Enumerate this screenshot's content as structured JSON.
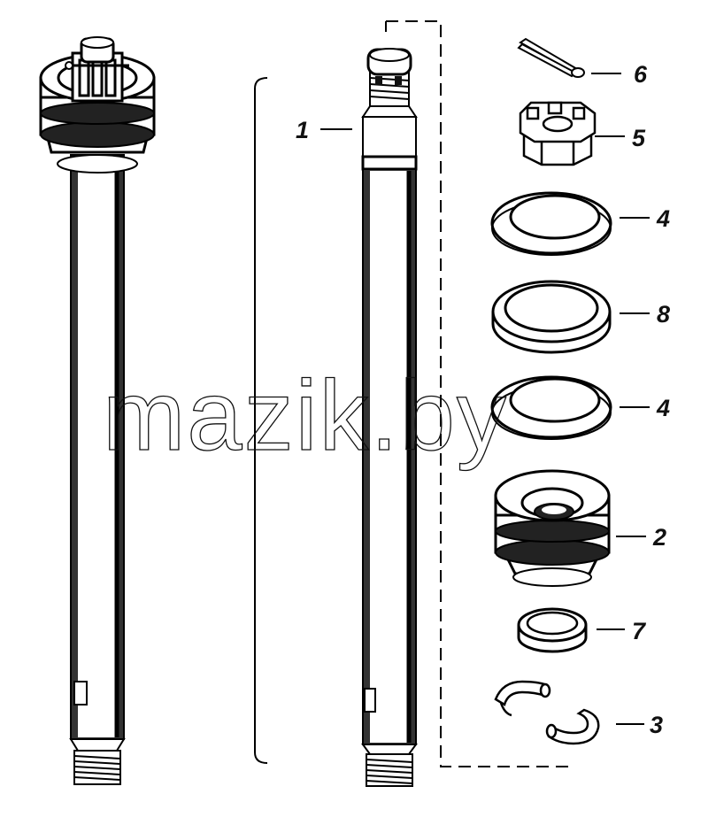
{
  "diagram": {
    "callouts": [
      {
        "id": "c1",
        "label": "1"
      },
      {
        "id": "c6",
        "label": "6"
      },
      {
        "id": "c5",
        "label": "5"
      },
      {
        "id": "c4a",
        "label": "4"
      },
      {
        "id": "c8",
        "label": "8"
      },
      {
        "id": "c4b",
        "label": "4"
      },
      {
        "id": "c2",
        "label": "2"
      },
      {
        "id": "c7",
        "label": "7"
      },
      {
        "id": "c3",
        "label": "3"
      }
    ],
    "watermark": "mazik.by",
    "colors": {
      "line": "#111111",
      "paper": "#ffffff",
      "shaft": "#222222"
    }
  }
}
